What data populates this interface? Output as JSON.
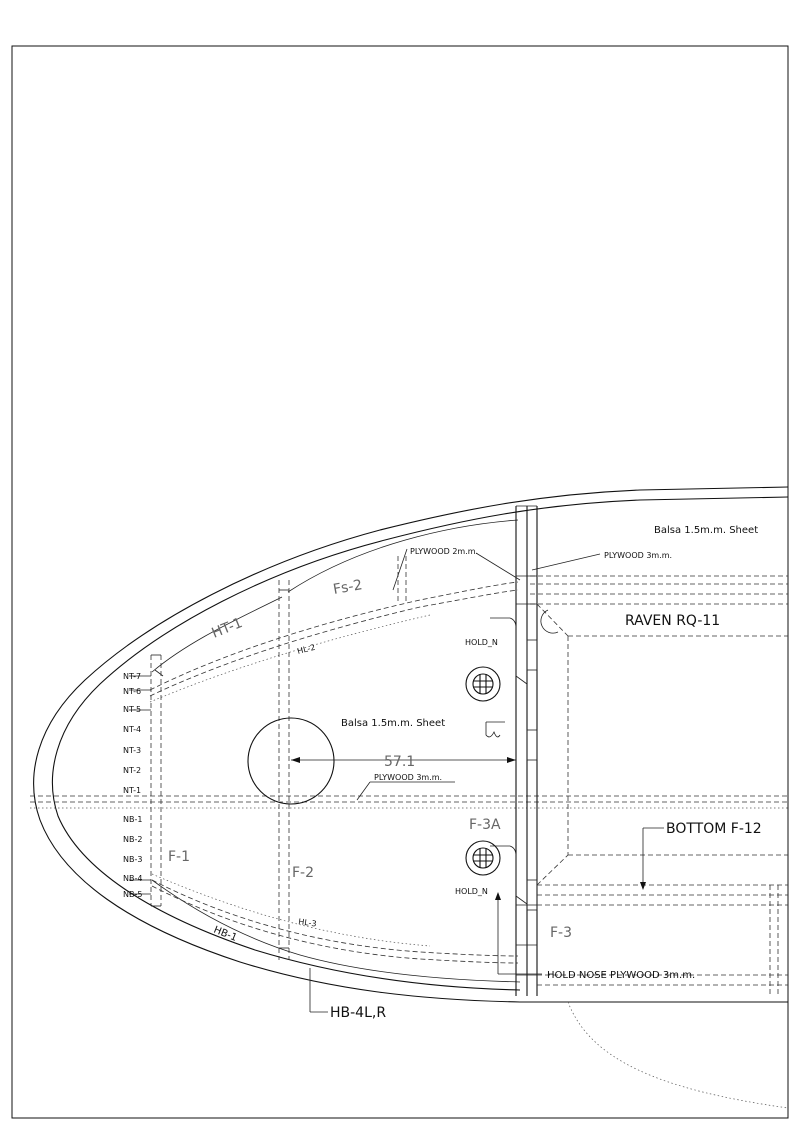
{
  "labels": {
    "balsa_top": "Balsa 1.5m.m. Sheet",
    "plywood_2": "PLYWOOD 2m.m.",
    "plywood_3_top": "PLYWOOD 3m.m.",
    "fs2": "Fs-2",
    "ht1": "HT-1",
    "hl2": "HL-2",
    "raven": "RAVEN RQ-11",
    "hold_n_top": "HOLD_N",
    "balsa_mid": "Balsa 1.5m.m. Sheet",
    "dim": "57.1",
    "plywood_3_mid": "PLYWOOD 3m.m.",
    "f3a": "F-3A",
    "bottom_f12": "BOTTOM F-12",
    "f1": "F-1",
    "f2": "F-2",
    "hold_n_bot": "HOLD_N",
    "hl3": "HL-3",
    "hb1": "HB-1",
    "f3": "F-3",
    "hold_nose": "HOLD NOSE  PLYWOOD 3m.m.",
    "hb4": "HB-4L,R"
  },
  "stations": [
    "NT-7",
    "NT-6",
    "NT-5",
    "NT-4",
    "NT-3",
    "NT-2",
    "NT-1",
    "NB-1",
    "NB-2",
    "NB-3",
    "NB-4",
    "NB-5"
  ]
}
